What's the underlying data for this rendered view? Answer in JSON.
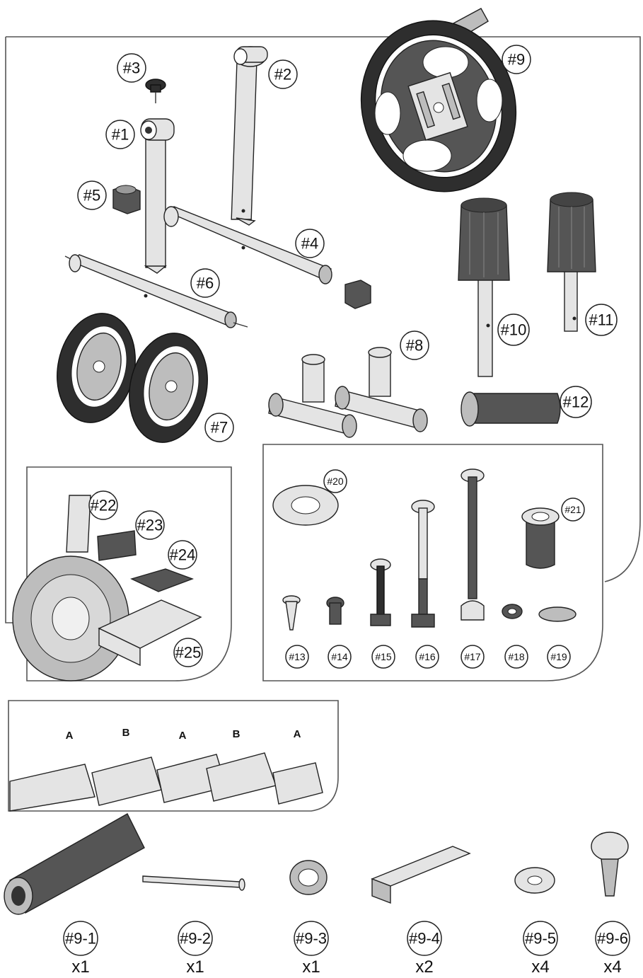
{
  "parts": {
    "p1": "#1",
    "p2": "#2",
    "p3": "#3",
    "p4": "#4",
    "p5": "#5",
    "p6": "#6",
    "p7": "#7",
    "p8": "#8",
    "p9": "#9",
    "p10": "#10",
    "p11": "#11",
    "p12": "#12",
    "p13": "#13",
    "p14": "#14",
    "p15": "#15",
    "p16": "#16",
    "p17": "#17",
    "p18": "#18",
    "p19": "#19",
    "p20": "#20",
    "p21": "#21",
    "p22": "#22",
    "p23": "#23",
    "p24": "#24",
    "p25": "#25"
  },
  "sequence": [
    "A",
    "B",
    "A",
    "B",
    "A"
  ],
  "reel_parts": [
    {
      "label": "#9-1",
      "qty": "x1"
    },
    {
      "label": "#9-2",
      "qty": "x1"
    },
    {
      "label": "#9-3",
      "qty": "x1"
    },
    {
      "label": "#9-4",
      "qty": "x2"
    },
    {
      "label": "#9-5",
      "qty": "x4"
    },
    {
      "label": "#9-6",
      "qty": "x4"
    }
  ]
}
